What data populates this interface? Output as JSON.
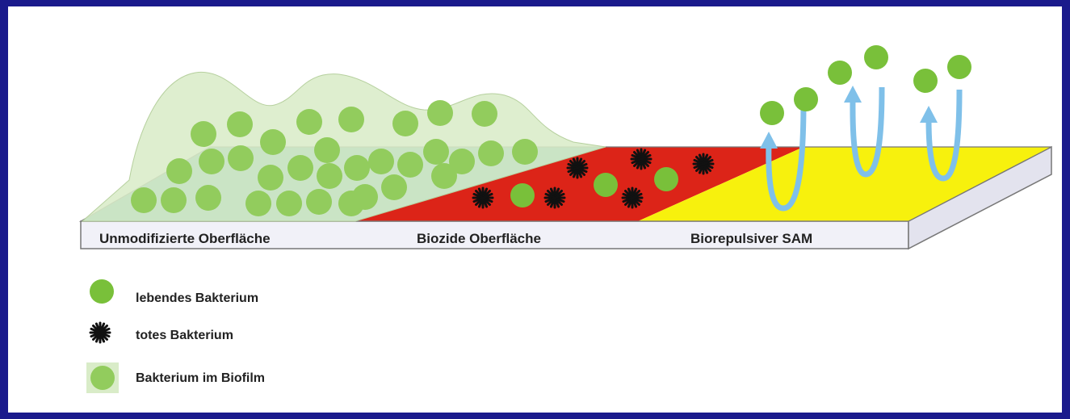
{
  "colors": {
    "frame": "#1a1a8c",
    "background": "#ffffff",
    "biofilm": "#d9ecc8",
    "teal_layer": "#5fa9a8",
    "biocide_layer": "#dc2418",
    "sam_layer": "#f7f10d",
    "slab_front": "#f1f1f8",
    "live_bacterium": "#79c03a",
    "biofilm_bacterium": "#92cc5d",
    "dead_bacterium": "#111111",
    "repulsion_arrow": "#7fc0e9"
  },
  "surfaces": [
    {
      "key": "unmodified",
      "label": "Unmodifizierte Oberfläche"
    },
    {
      "key": "biocide",
      "label": "Biozide Oberfläche"
    },
    {
      "key": "sam",
      "label": "Biorepulsiver SAM"
    }
  ],
  "legend": [
    {
      "icon": "live-bacterium-icon",
      "label": "lebendes Bakterium"
    },
    {
      "icon": "dead-bacterium-icon",
      "label": "totes Bakterium"
    },
    {
      "icon": "biofilm-bacterium-icon",
      "label": "Bakterium im Biofilm"
    }
  ]
}
